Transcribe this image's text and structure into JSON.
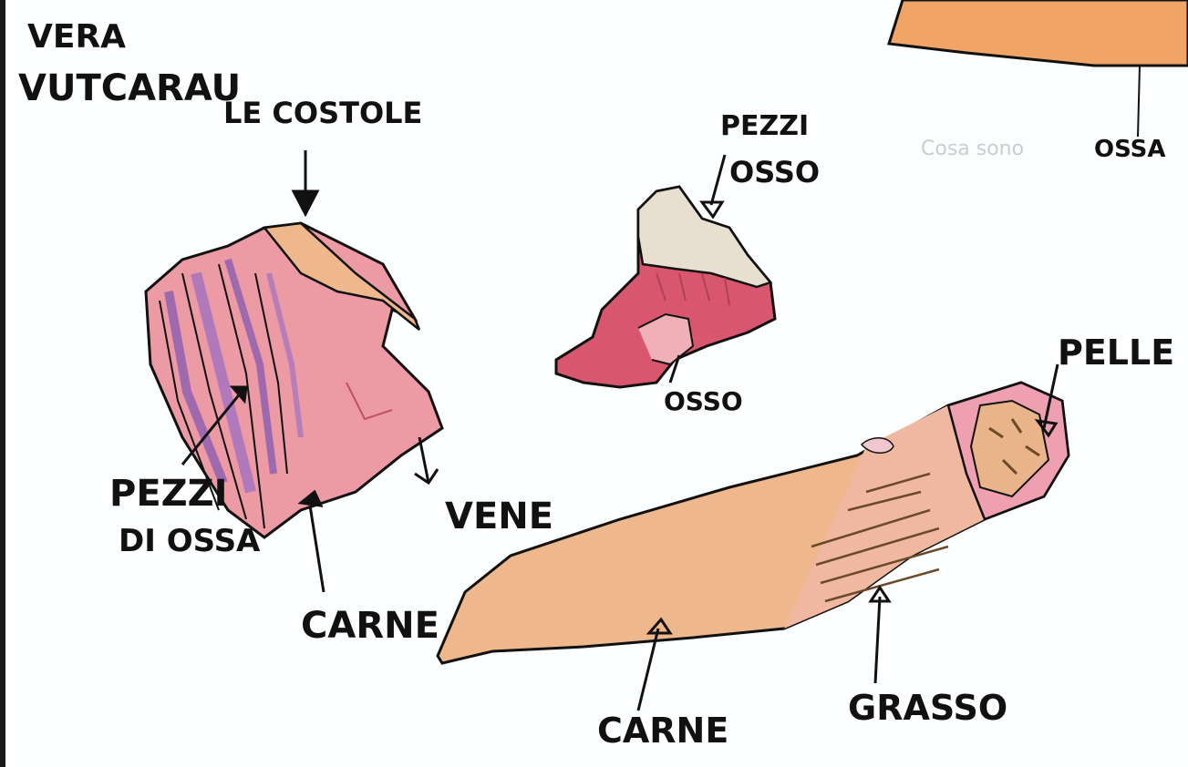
{
  "drawing": {
    "title_line1": "VERA",
    "title_line2": "VUTCARAU",
    "colors": {
      "paper": "#fdfefe",
      "ink": "#111111",
      "flesh": "#efb78c",
      "pink": "#ec9aa4",
      "red": "#d9576e",
      "purple": "#a070c0",
      "bone": "#e8dfd0"
    }
  },
  "labels": {
    "ribs": "LE COSTOLE",
    "bone_pieces_top": "PEZZI",
    "bone_pieces_top2": "OSSO",
    "ossa_right": "OSSA",
    "faint_right": "Cosa sono",
    "bone_small": "OSSO",
    "bone_pieces_left1": "PEZZI",
    "bone_pieces_left2": "DI OSSA",
    "veins": "VENE",
    "meat_left": "CARNE",
    "skin": "PELLE",
    "fat": "GRASSO",
    "meat_bottom": "CARNE"
  }
}
